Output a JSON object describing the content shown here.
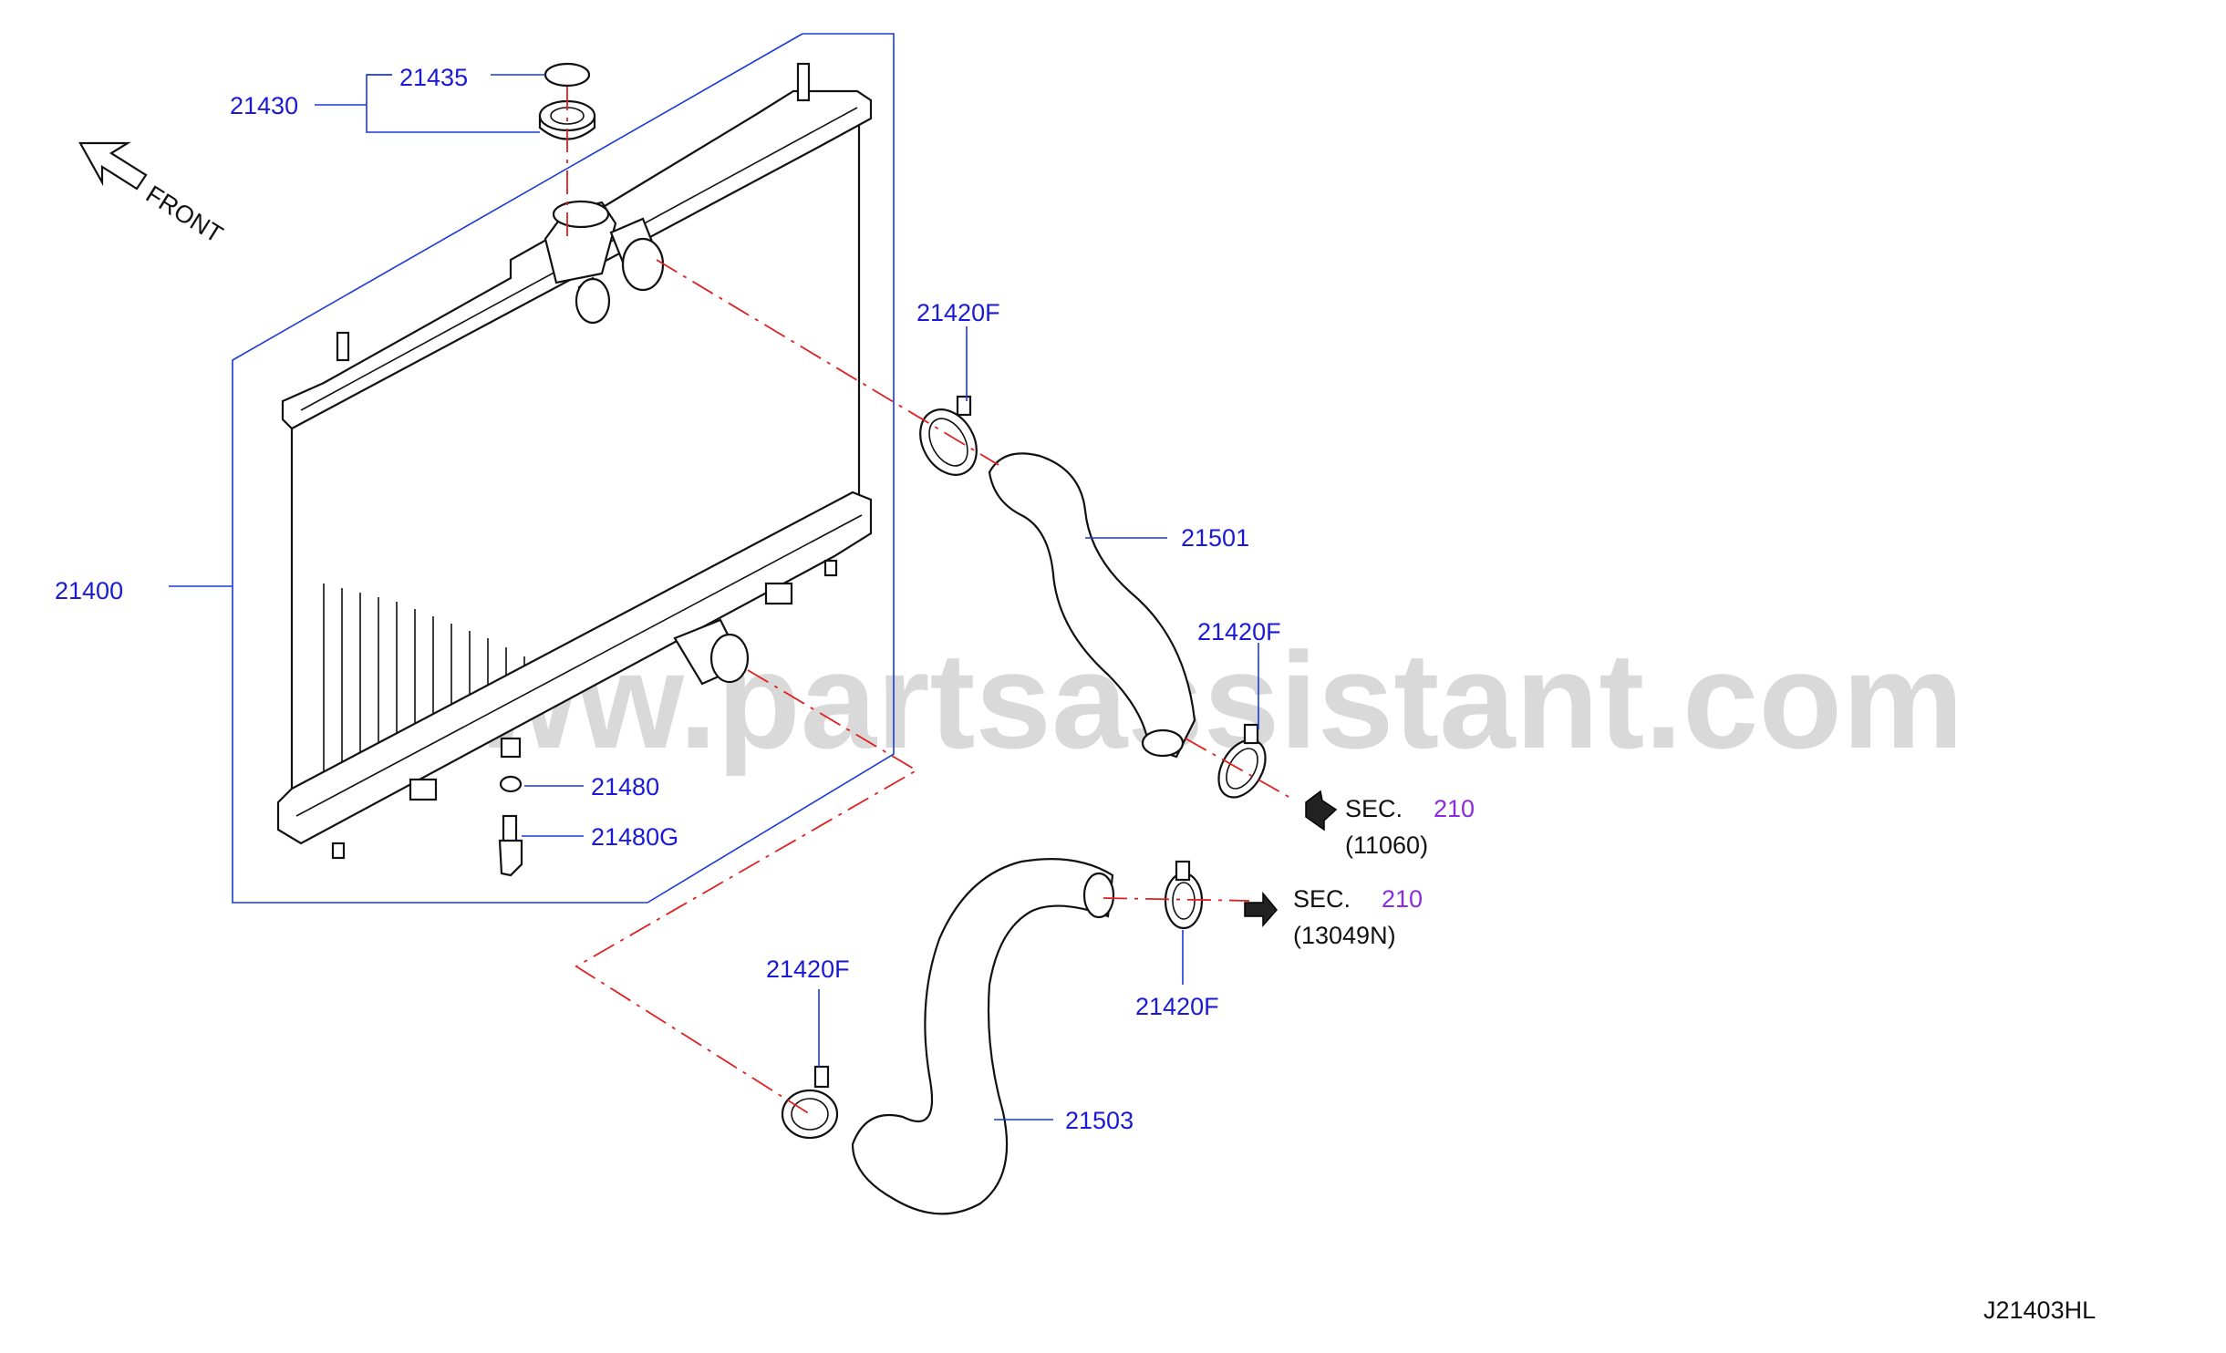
{
  "diagram_id": "J21403HL",
  "watermark": "www.partsassistant.com",
  "direction_label": "FRONT",
  "parts": {
    "radiator": "21400",
    "cap_assembly": "21430",
    "cap_seal": "21435",
    "hose_clamp": "21420F",
    "upper_hose": "21501",
    "lower_hose": "21503",
    "drain_washer": "21480",
    "drain_cock": "21480G"
  },
  "sections": [
    {
      "sec": "SEC.",
      "num": "210",
      "ref": "(11060)"
    },
    {
      "sec": "SEC.",
      "num": "210",
      "ref": "(13049N)"
    }
  ],
  "colors": {
    "label": "#1a1ad6",
    "section_number": "#8a2be2",
    "leader": "#1a3ad6",
    "center_line": "#e02020",
    "watermark": "#d9d9d9"
  }
}
